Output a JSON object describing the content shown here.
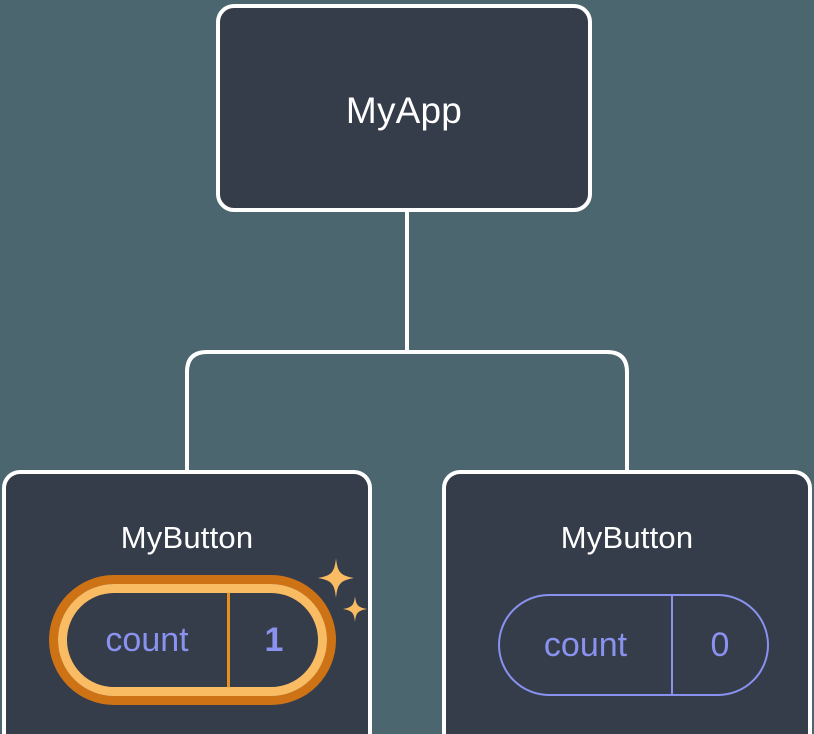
{
  "diagram": {
    "type": "component-tree",
    "background_color": "#4c666f",
    "node_fill_color": "#353c4a",
    "node_border_color": "#ffffff",
    "connector_color": "#ffffff",
    "accent_highlight_color": "#f9bc63",
    "accent_highlight_dark_color": "#ce7315",
    "state_text_color": "#8a92ef",
    "root": {
      "label": "MyApp"
    },
    "children": [
      {
        "label": "MyButton",
        "state": {
          "key": "count",
          "value": "1"
        },
        "highlighted": true,
        "sparkle_icons": [
          "sparkle-large-icon",
          "sparkle-small-icon"
        ]
      },
      {
        "label": "MyButton",
        "state": {
          "key": "count",
          "value": "0"
        },
        "highlighted": false
      }
    ]
  }
}
